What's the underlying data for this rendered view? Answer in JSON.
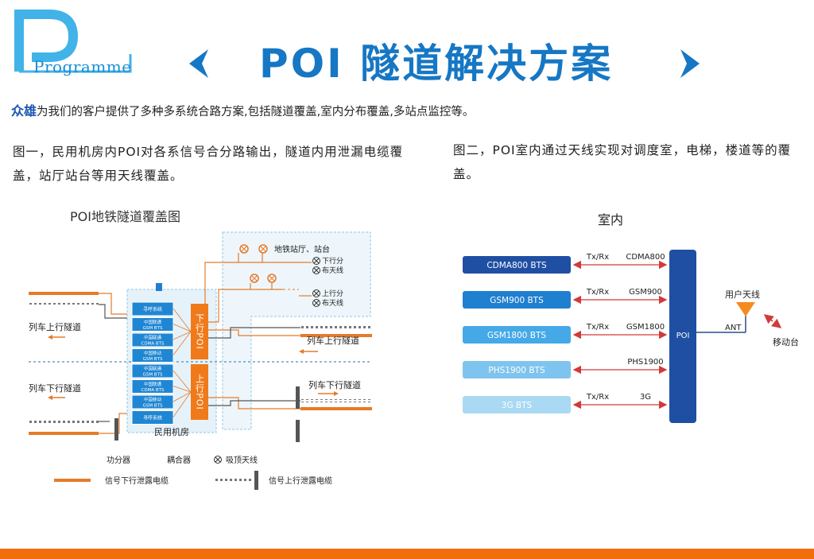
{
  "header": {
    "logo_text": "Programme",
    "title": "POI 隧道解决方案"
  },
  "intro": {
    "brand": "众雄",
    "text": "为我们的客户提供了多种多系统合路方案,包括隧道覆盖,室内分布覆盖,多站点监控等。"
  },
  "descriptions": {
    "fig1": "图一，民用机房内POI对各系信号合分路输出，隧道内用泄漏电缆覆盖，站厅站台等用天线覆盖。",
    "fig2": "图二，POI室内通过天线实现对调度室，电梯，楼道等的覆盖。"
  },
  "tunnel_diagram": {
    "title": "POI地铁隧道覆盖图",
    "station_label": "地铁站厅、站台",
    "down_split": "下行分",
    "up_split": "上行分",
    "antenna_label": "布天线",
    "down_poi": "下行POI",
    "up_poi": "上行POI",
    "room_label": "民用机房",
    "modules": [
      [
        "寻呼系统"
      ],
      [
        "中国联通",
        "GSM BTS"
      ],
      [
        "中国联通",
        "CDMA BTS"
      ],
      [
        "中国移动",
        "GSM BTS"
      ],
      [
        "中国联通",
        "GSM BTS"
      ],
      [
        "中国联通",
        "CDMA BTS"
      ],
      [
        "中国移动",
        "GSM BTS"
      ],
      [
        "寻呼系统"
      ]
    ],
    "tunnels": {
      "left_up": "列车上行隧道",
      "left_down": "列车下行隧道",
      "right_up": "列车上行隧道",
      "right_down": "列车下行隧道"
    },
    "legend": {
      "amplifier": "功分器",
      "coupler": "耦合器",
      "ceiling_antenna": "吸顶天线",
      "down_cable": "信号下行泄露电缆",
      "up_cable": "信号上行泄露电缆"
    }
  },
  "indoor_diagram": {
    "title": "室内",
    "poi_label": "POI",
    "ant_label": "ANT",
    "user_antenna": "用户天线",
    "mobile": "移动台",
    "colors": {
      "poi": "#1f4fa3",
      "bts_dark": "#1f4fa3",
      "bts_mid": "#1f7fd0",
      "bts_light": "#45a9e8",
      "bts_lighter": "#7fc4ee",
      "bts_lightest": "#a9d9f3",
      "link": "#d23a3a",
      "antenna": "#f58a1f"
    },
    "systems": [
      {
        "bts": "CDMA800 BTS",
        "txrx": "Tx/Rx",
        "band": "CDMA800"
      },
      {
        "bts": "GSM900  BTS",
        "txrx": "Tx/Rx",
        "band": "GSM900"
      },
      {
        "bts": "GSM1800 BTS",
        "txrx": "Tx/Rx",
        "band": "GSM1800"
      },
      {
        "bts": "PHS1900 BTS",
        "txrx": "",
        "band": "PHS1900"
      },
      {
        "bts": "3G BTS",
        "txrx": "Tx/Rx",
        "band": "3G"
      }
    ]
  }
}
